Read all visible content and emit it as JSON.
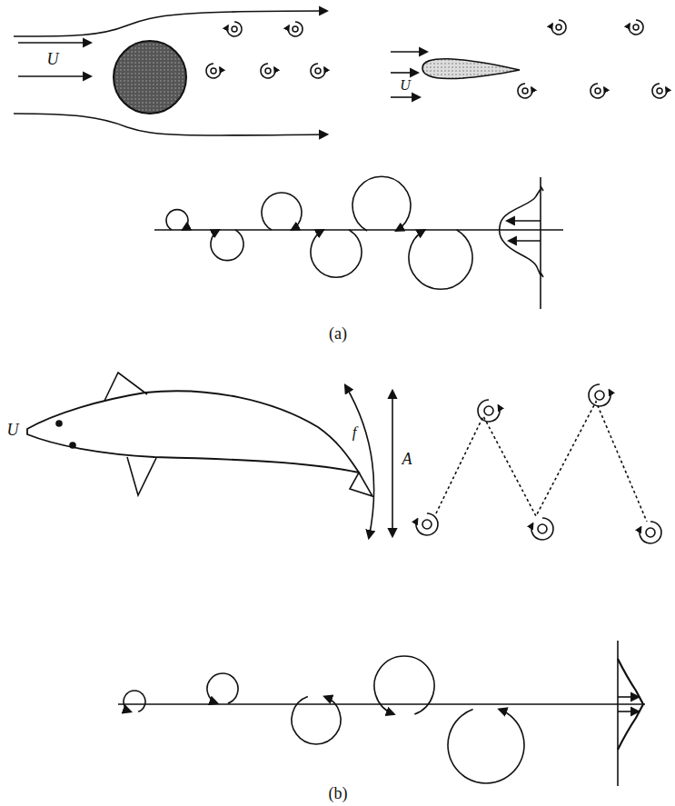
{
  "diagram": {
    "labels": [
      "U",
      "U",
      "U",
      "f",
      "A",
      "(a)",
      "(b)"
    ]
  }
}
